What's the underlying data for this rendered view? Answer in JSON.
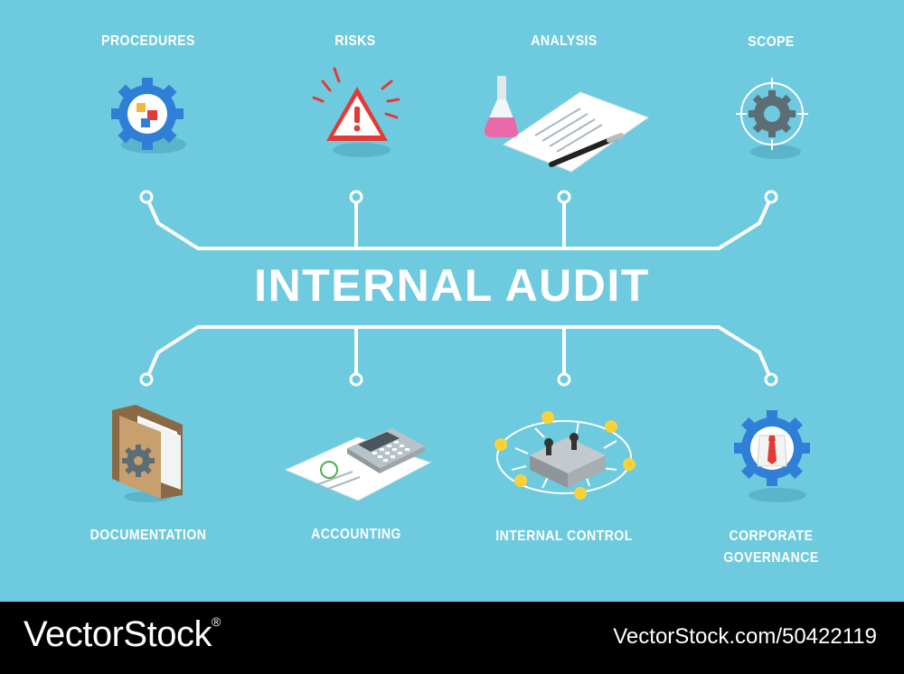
{
  "title": "INTERNAL AUDIT",
  "top_items": [
    {
      "label": "PROCEDURES",
      "icon": "gear-blocks-icon"
    },
    {
      "label": "RISKS",
      "icon": "warning-triangle-icon"
    },
    {
      "label": "ANALYSIS",
      "icon": "flask-document-icon"
    },
    {
      "label": "SCOPE",
      "icon": "target-gear-icon"
    }
  ],
  "bottom_items": [
    {
      "label": "DOCUMENTATION",
      "icon": "folder-gear-icon"
    },
    {
      "label": "ACCOUNTING",
      "icon": "calculator-invoice-icon"
    },
    {
      "label": "INTERNAL CONTROL",
      "icon": "control-panel-icon"
    },
    {
      "label_line1": "CORPORATE",
      "label_line2": "GOVERNANCE",
      "icon": "gear-businessman-icon"
    }
  ],
  "footer": {
    "brand": "VectorStock",
    "brand_mark": "®",
    "image_id": "VectorStock.com/50422119"
  },
  "colors": {
    "background": "#6ecadf",
    "lines": "#ffffff",
    "footer": "#000000",
    "gear_blue": "#2f7fd6",
    "warning_red": "#e53935",
    "flask_pink": "#e86aa8"
  }
}
